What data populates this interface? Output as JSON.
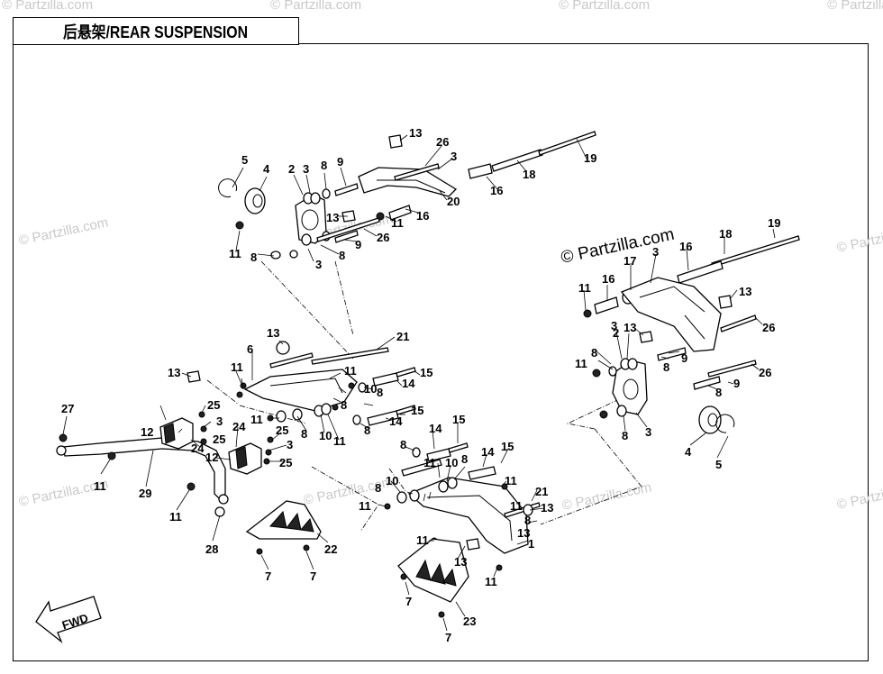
{
  "title": "后悬架/REAR SUSPENSION",
  "watermarks": {
    "main": "© Partzilla.com",
    "faint": "© Partzilla.com"
  },
  "fwd_label": "FWD",
  "callouts": [
    {
      "id": "c1",
      "text": "13"
    },
    {
      "id": "c2",
      "text": "26"
    },
    {
      "id": "c3",
      "text": "3"
    },
    {
      "id": "c4",
      "text": "19"
    },
    {
      "id": "c5",
      "text": "5"
    },
    {
      "id": "c6",
      "text": "4"
    },
    {
      "id": "c7",
      "text": "2"
    },
    {
      "id": "c8",
      "text": "3"
    },
    {
      "id": "c9",
      "text": "8"
    },
    {
      "id": "c10",
      "text": "9"
    },
    {
      "id": "c11",
      "text": "18"
    },
    {
      "id": "c12",
      "text": "16"
    },
    {
      "id": "c13",
      "text": "20"
    },
    {
      "id": "c14",
      "text": "16"
    },
    {
      "id": "c15",
      "text": "11"
    },
    {
      "id": "c16",
      "text": "13"
    },
    {
      "id": "c17",
      "text": "26"
    },
    {
      "id": "c18",
      "text": "9"
    },
    {
      "id": "c19",
      "text": "8"
    },
    {
      "id": "c20",
      "text": "3"
    },
    {
      "id": "c21",
      "text": "11"
    },
    {
      "id": "c22",
      "text": "8"
    },
    {
      "id": "c23",
      "text": "19"
    },
    {
      "id": "c24",
      "text": "18"
    },
    {
      "id": "c25",
      "text": "16"
    },
    {
      "id": "c26",
      "text": "3"
    },
    {
      "id": "c27",
      "text": "17"
    },
    {
      "id": "c28",
      "text": "16"
    },
    {
      "id": "c29",
      "text": "11"
    },
    {
      "id": "c30",
      "text": "13"
    },
    {
      "id": "c31",
      "text": "26"
    },
    {
      "id": "c32",
      "text": "2"
    },
    {
      "id": "c33",
      "text": "3"
    },
    {
      "id": "c34",
      "text": "13"
    },
    {
      "id": "c35",
      "text": "8"
    },
    {
      "id": "c36",
      "text": "11"
    },
    {
      "id": "c37",
      "text": "8"
    },
    {
      "id": "c38",
      "text": "9"
    },
    {
      "id": "c39",
      "text": "26"
    },
    {
      "id": "c40",
      "text": "8"
    },
    {
      "id": "c41",
      "text": "9"
    },
    {
      "id": "c42",
      "text": "8"
    },
    {
      "id": "c43",
      "text": "3"
    },
    {
      "id": "c44",
      "text": "4"
    },
    {
      "id": "c45",
      "text": "5"
    },
    {
      "id": "c46",
      "text": "21"
    },
    {
      "id": "c47",
      "text": "13"
    },
    {
      "id": "c48",
      "text": "6"
    },
    {
      "id": "c49",
      "text": "13"
    },
    {
      "id": "c50",
      "text": "11"
    },
    {
      "id": "c51",
      "text": "11"
    },
    {
      "id": "c52",
      "text": "15"
    },
    {
      "id": "c53",
      "text": "10"
    },
    {
      "id": "c54",
      "text": "8"
    },
    {
      "id": "c55",
      "text": "14"
    },
    {
      "id": "c56",
      "text": "8"
    },
    {
      "id": "c57",
      "text": "15"
    },
    {
      "id": "c58",
      "text": "14"
    },
    {
      "id": "c59",
      "text": "8"
    },
    {
      "id": "c60",
      "text": "11"
    },
    {
      "id": "c61",
      "text": "8"
    },
    {
      "id": "c62",
      "text": "10"
    },
    {
      "id": "c63",
      "text": "11"
    },
    {
      "id": "c64",
      "text": "27"
    },
    {
      "id": "c65",
      "text": "25"
    },
    {
      "id": "c66",
      "text": "3"
    },
    {
      "id": "c67",
      "text": "12"
    },
    {
      "id": "c68",
      "text": "25"
    },
    {
      "id": "c69",
      "text": "24"
    },
    {
      "id": "c70",
      "text": "24"
    },
    {
      "id": "c71",
      "text": "25"
    },
    {
      "id": "c72",
      "text": "3"
    },
    {
      "id": "c73",
      "text": "12"
    },
    {
      "id": "c74",
      "text": "25"
    },
    {
      "id": "c75",
      "text": "11"
    },
    {
      "id": "c76",
      "text": "29"
    },
    {
      "id": "c77",
      "text": "11"
    },
    {
      "id": "c78",
      "text": "28"
    },
    {
      "id": "c79",
      "text": "14"
    },
    {
      "id": "c80",
      "text": "15"
    },
    {
      "id": "c81",
      "text": "8"
    },
    {
      "id": "c82",
      "text": "14"
    },
    {
      "id": "c83",
      "text": "15"
    },
    {
      "id": "c84",
      "text": "11"
    },
    {
      "id": "c85",
      "text": "10"
    },
    {
      "id": "c86",
      "text": "8"
    },
    {
      "id": "c87",
      "text": "11"
    },
    {
      "id": "c88",
      "text": "8"
    },
    {
      "id": "c89",
      "text": "10"
    },
    {
      "id": "c90",
      "text": "11"
    },
    {
      "id": "c91",
      "text": "11"
    },
    {
      "id": "c92",
      "text": "21"
    },
    {
      "id": "c93",
      "text": "13"
    },
    {
      "id": "c94",
      "text": "8"
    },
    {
      "id": "c95",
      "text": "13"
    },
    {
      "id": "c96",
      "text": "1"
    },
    {
      "id": "c97",
      "text": "11"
    },
    {
      "id": "c98",
      "text": "13"
    },
    {
      "id": "c99",
      "text": "11"
    },
    {
      "id": "c100",
      "text": "22"
    },
    {
      "id": "c101",
      "text": "7"
    },
    {
      "id": "c102",
      "text": "7"
    },
    {
      "id": "c103",
      "text": "7"
    },
    {
      "id": "c104",
      "text": "23"
    },
    {
      "id": "c105",
      "text": "7"
    }
  ]
}
